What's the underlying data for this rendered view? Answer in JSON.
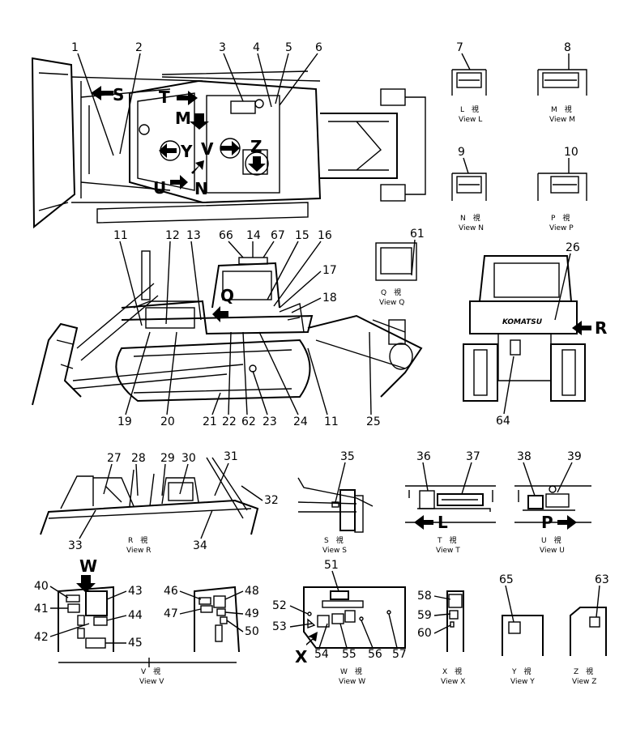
{
  "labels": {
    "n1": "1",
    "n2": "2",
    "n3": "3",
    "n4": "4",
    "n5": "5",
    "n6": "6",
    "n7": "7",
    "n8": "8",
    "n9": "9",
    "n10": "10",
    "n11a": "11",
    "n11b": "11",
    "n12": "12",
    "n13": "13",
    "n14": "14",
    "n15": "15",
    "n16": "16",
    "n17": "17",
    "n18": "18",
    "n19": "19",
    "n20": "20",
    "n21": "21",
    "n22": "22",
    "n23": "23",
    "n24": "24",
    "n25": "25",
    "n26": "26",
    "n27": "27",
    "n28": "28",
    "n29": "29",
    "n30": "30",
    "n31": "31",
    "n32": "32",
    "n33": "33",
    "n34": "34",
    "n35": "35",
    "n36": "36",
    "n37": "37",
    "n38": "38",
    "n39": "39",
    "n40": "40",
    "n41": "41",
    "n42": "42",
    "n43": "43",
    "n44": "44",
    "n45": "45",
    "n46": "46",
    "n47": "47",
    "n48": "48",
    "n49": "49",
    "n50": "50",
    "n51": "51",
    "n52": "52",
    "n53": "53",
    "n54": "54",
    "n55": "55",
    "n56": "56",
    "n57": "57",
    "n58": "58",
    "n59": "59",
    "n60": "60",
    "n61": "61",
    "n62": "62",
    "n63": "63",
    "n64": "64",
    "n65": "65",
    "n66": "66",
    "n67": "67"
  },
  "view_letters": {
    "S": "S",
    "T": "T",
    "M": "M",
    "Y": "Y",
    "V": "V",
    "Z": "Z",
    "U": "U",
    "N": "N",
    "Q": "Q",
    "R": "R",
    "L": "L",
    "P": "P",
    "W": "W",
    "X": "X"
  },
  "captions": {
    "view_L": {
      "jp": "L　視",
      "en": "View L"
    },
    "view_M": {
      "jp": "M　視",
      "en": "View M"
    },
    "view_N": {
      "jp": "N　視",
      "en": "View N"
    },
    "view_P": {
      "jp": "P　視",
      "en": "View P"
    },
    "view_Q": {
      "jp": "Q　視",
      "en": "View Q"
    },
    "view_R": {
      "jp": "R　視",
      "en": "View R"
    },
    "view_S": {
      "jp": "S　視",
      "en": "View S"
    },
    "view_T": {
      "jp": "T　視",
      "en": "View T"
    },
    "view_U": {
      "jp": "U　視",
      "en": "View U"
    },
    "view_V": {
      "jp": "V　視",
      "en": "View V"
    },
    "view_W": {
      "jp": "W　視",
      "en": "View W"
    },
    "view_X": {
      "jp": "X　視",
      "en": "View X"
    },
    "view_Y": {
      "jp": "Y　視",
      "en": "View Y"
    },
    "view_Z": {
      "jp": "Z　視",
      "en": "View Z"
    }
  },
  "brand_text": "KOMATSU"
}
